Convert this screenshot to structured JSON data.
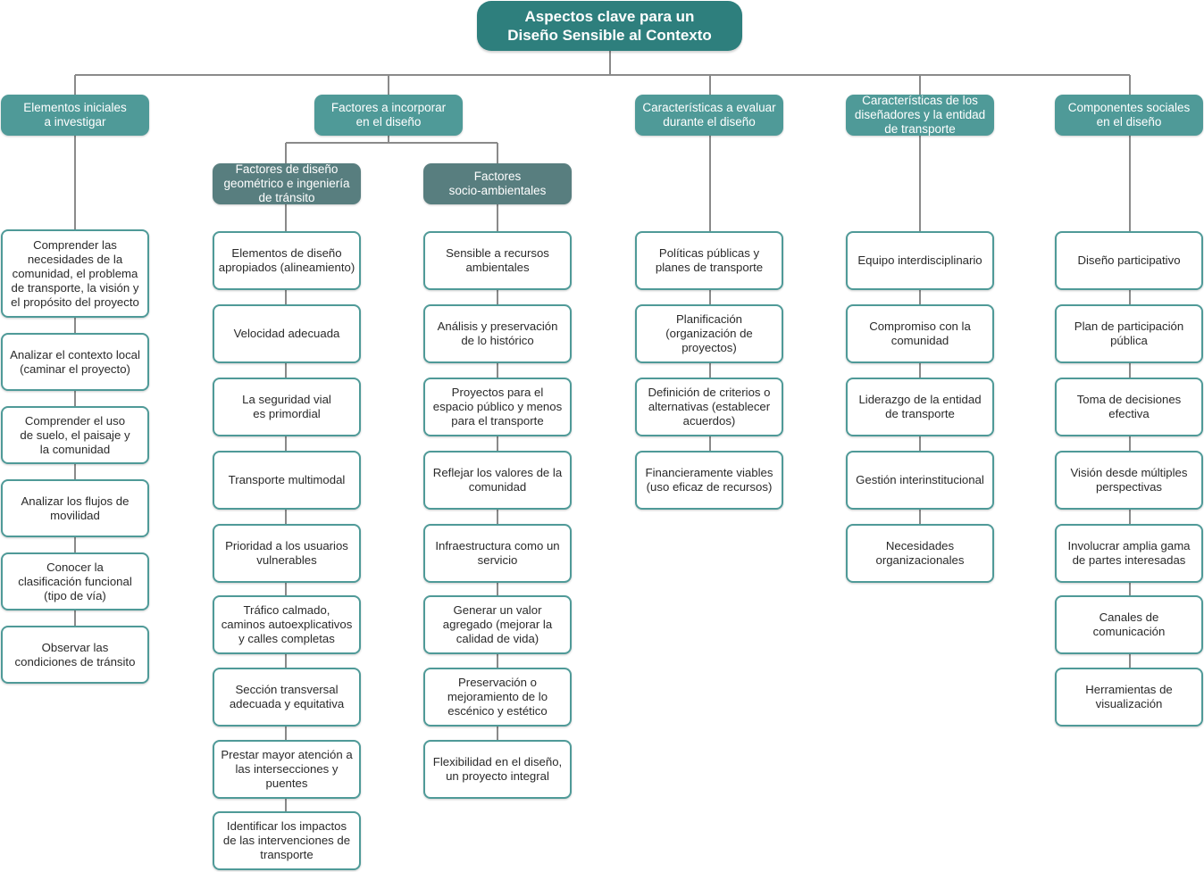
{
  "title": "Aspectos clave para un\nDiseño Sensible al Contexto",
  "categories": [
    {
      "label": "Elementos iniciales\na investigar",
      "items": [
        "Comprender las\nnecesidades de la\ncomunidad, el problema\nde transporte, la visión y\nel propósito del proyecto",
        "Analizar el contexto local\n(caminar el proyecto)",
        "Comprender el uso\nde suelo, el paisaje y\nla comunidad",
        "Analizar los flujos de\nmovilidad",
        "Conocer la\nclasificación funcional\n(tipo de vía)",
        "Observar las\ncondiciones de tránsito"
      ]
    },
    {
      "label": "Factores a incorporar\nen el diseño",
      "subcategories": [
        {
          "label": "Factores de diseño\ngeométrico e ingeniería\nde tránsito",
          "items": [
            "Elementos de diseño\napropiados (alineamiento)",
            "Velocidad adecuada",
            "La seguridad vial\nes primordial",
            "Transporte multimodal",
            "Prioridad a los usuarios\nvulnerables",
            "Tráfico calmado,\ncaminos autoexplicativos\ny calles completas",
            "Sección transversal\nadecuada y equitativa",
            "Prestar mayor atención a\nlas intersecciones y\npuentes",
            "Identificar los impactos\nde las intervenciones de\ntransporte"
          ]
        },
        {
          "label": "Factores\nsocio-ambientales",
          "items": [
            "Sensible a recursos\nambientales",
            "Análisis y preservación\nde lo histórico",
            "Proyectos para el\nespacio público y menos\npara el transporte",
            "Reflejar los valores de la\ncomunidad",
            "Infraestructura como un\nservicio",
            "Generar un valor\nagregado (mejorar la\ncalidad de vida)",
            "Preservación o\nmejoramiento de lo\nescénico y estético",
            "Flexibilidad en el diseño,\nun proyecto integral"
          ]
        }
      ]
    },
    {
      "label": "Características a evaluar\ndurante el diseño",
      "items": [
        "Políticas públicas y\nplanes de transporte",
        "Planificación\n(organización de\nproyectos)",
        "Definición de criterios o\nalternativas (establecer\nacuerdos)",
        "Financieramente viables\n(uso eficaz de recursos)"
      ]
    },
    {
      "label": "Características de los\ndiseñadores y la entidad\nde transporte",
      "items": [
        "Equipo interdisciplinario",
        "Compromiso con la\ncomunidad",
        "Liderazgo de la entidad\nde transporte",
        "Gestión interinstitucional",
        "Necesidades\norganizacionales"
      ]
    },
    {
      "label": "Componentes sociales\nen el diseño",
      "items": [
        "Diseño participativo",
        "Plan de participación\npública",
        "Toma de decisiones\nefectiva",
        "Visión desde múltiples\nperspectivas",
        "Involucrar amplia gama\nde partes interesadas",
        "Canales de\ncomunicación",
        "Herramientas de\nvisualización"
      ]
    }
  ],
  "colors": {
    "root": "#2e7f7d",
    "category": "#4f9a98",
    "subcategory": "#587e7f",
    "leaf_border": "#4f9a98",
    "connector": "#8a8a8a"
  }
}
